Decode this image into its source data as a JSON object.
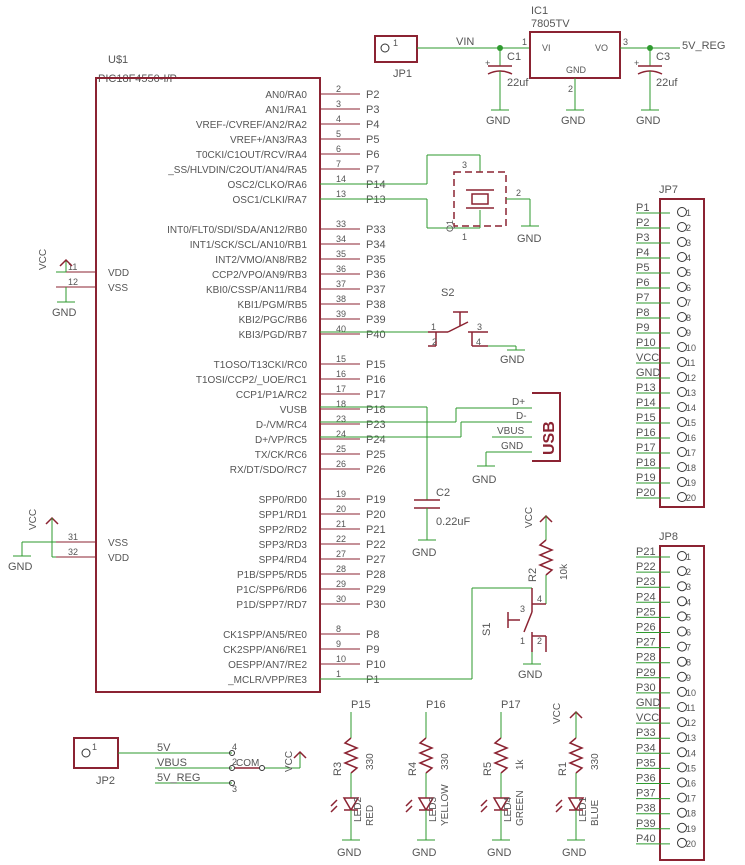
{
  "u1": {
    "name": "U$1",
    "part": "PIC18F4550-I/P",
    "left_pins": [
      {
        "num": "11",
        "label": "VDD"
      },
      {
        "num": "12",
        "label": "VSS"
      },
      {
        "num": "31",
        "label": "VSS"
      },
      {
        "num": "32",
        "label": "VDD"
      }
    ],
    "right_pins": [
      {
        "label": "AN0/RA0",
        "num": "2",
        "net": "P2"
      },
      {
        "label": "AN1/RA1",
        "num": "3",
        "net": "P3"
      },
      {
        "label": "VREF-/CVREF/AN2/RA2",
        "num": "4",
        "net": "P4"
      },
      {
        "label": "VREF+/AN3/RA3",
        "num": "5",
        "net": "P5"
      },
      {
        "label": "T0CKI/C1OUT/RCV/RA4",
        "num": "6",
        "net": "P6"
      },
      {
        "label": "_SS/HLVDIN/C2OUT/AN4/RA5",
        "num": "7",
        "net": "P7"
      },
      {
        "label": "OSC2/CLKO/RA6",
        "num": "14",
        "net": "P14"
      },
      {
        "label": "OSC1/CLKI/RA7",
        "num": "13",
        "net": "P13"
      },
      {
        "label": "INT0/FLT0/SDI/SDA/AN12/RB0",
        "num": "33",
        "net": "P33"
      },
      {
        "label": "INT1/SCK/SCL/AN10/RB1",
        "num": "34",
        "net": "P34"
      },
      {
        "label": "INT2/VMO/AN8/RB2",
        "num": "35",
        "net": "P35"
      },
      {
        "label": "CCP2/VPO/AN9/RB3",
        "num": "36",
        "net": "P36"
      },
      {
        "label": "KBI0/CSSP/AN11/RB4",
        "num": "37",
        "net": "P37"
      },
      {
        "label": "KBI1/PGM/RB5",
        "num": "38",
        "net": "P38"
      },
      {
        "label": "KBI2/PGC/RB6",
        "num": "39",
        "net": "P39"
      },
      {
        "label": "KBI3/PGD/RB7",
        "num": "40",
        "net": "P40"
      },
      {
        "label": "T1OSO/T13CKI/RC0",
        "num": "15",
        "net": "P15"
      },
      {
        "label": "T1OSI/CCP2/_UOE/RC1",
        "num": "16",
        "net": "P16"
      },
      {
        "label": "CCP1/P1A/RC2",
        "num": "17",
        "net": "P17"
      },
      {
        "label": "VUSB",
        "num": "18",
        "net": "P18"
      },
      {
        "label": "D-/VM/RC4",
        "num": "23",
        "net": "P23"
      },
      {
        "label": "D+/VP/RC5",
        "num": "24",
        "net": "P24"
      },
      {
        "label": "TX/CK/RC6",
        "num": "25",
        "net": "P25"
      },
      {
        "label": "RX/DT/SDO/RC7",
        "num": "26",
        "net": "P26"
      },
      {
        "label": "SPP0/RD0",
        "num": "19",
        "net": "P19"
      },
      {
        "label": "SPP1/RD1",
        "num": "20",
        "net": "P20"
      },
      {
        "label": "SPP2/RD2",
        "num": "21",
        "net": "P21"
      },
      {
        "label": "SPP3/RD3",
        "num": "22",
        "net": "P22"
      },
      {
        "label": "SPP4/RD4",
        "num": "27",
        "net": "P27"
      },
      {
        "label": "P1B/SPP5/RD5",
        "num": "28",
        "net": "P28"
      },
      {
        "label": "P1C/SPP6/RD6",
        "num": "29",
        "net": "P29"
      },
      {
        "label": "P1D/SPP7/RD7",
        "num": "30",
        "net": "P30"
      },
      {
        "label": "CK1SPP/AN5/RE0",
        "num": "8",
        "net": "P8"
      },
      {
        "label": "CK2SPP/AN6/RE1",
        "num": "9",
        "net": "P9"
      },
      {
        "label": "OESPP/AN7/RE2",
        "num": "10",
        "net": "P10"
      },
      {
        "label": "_MCLR/VPP/RE3",
        "num": "1",
        "net": "P1"
      }
    ]
  },
  "power": {
    "jp1": "JP1",
    "jp1_pin": "1",
    "vin": "VIN",
    "ic1": "IC1",
    "ic1_part": "7805TV",
    "vi": "VI",
    "vo": "VO",
    "ic_gnd": "GND",
    "pin1": "1",
    "pin2": "2",
    "pin3": "3",
    "c1": "C1",
    "c1_val": "22uf",
    "c3": "C3",
    "c3_val": "22uf",
    "out_net": "5V_REG"
  },
  "common": {
    "gnd": "GND",
    "vcc": "VCC"
  },
  "crystal": {
    "name": "Q1",
    "pin1": "1",
    "pin2": "2",
    "pin3": "3"
  },
  "s2": {
    "name": "S2",
    "p1": "1",
    "p2": "2",
    "p3": "3",
    "p4": "4"
  },
  "usb": {
    "title": "USB",
    "pins": [
      "D+",
      "D-",
      "VBUS",
      "GND"
    ]
  },
  "c2": {
    "name": "C2",
    "value": "0.22uF"
  },
  "r2": {
    "name": "R2",
    "value": "10k"
  },
  "s1": {
    "name": "S1",
    "p1": "1",
    "p2": "2",
    "p3": "3",
    "p4": "4"
  },
  "jp2": {
    "name": "JP2",
    "pin": "1",
    "nets": [
      "5V",
      "VBUS",
      "5V_REG"
    ],
    "com": "COM",
    "jumper_pins": [
      "4",
      "2",
      "3"
    ]
  },
  "leds": [
    {
      "net": "P15",
      "res": "R3",
      "rval": "330",
      "led": "LED2",
      "color": "RED"
    },
    {
      "net": "P16",
      "res": "R4",
      "rval": "330",
      "led": "LED3",
      "color": "YELLOW"
    },
    {
      "net": "P17",
      "res": "R5",
      "rval": "1k",
      "led": "LED4",
      "color": "GREEN"
    },
    {
      "net": "VCC",
      "res": "R1",
      "rval": "330",
      "led": "LED1",
      "color": "BLUE"
    }
  ],
  "jp7": {
    "name": "JP7",
    "pins": [
      "P1",
      "P2",
      "P3",
      "P4",
      "P5",
      "P6",
      "P7",
      "P8",
      "P9",
      "P10",
      "VCC",
      "GND",
      "P13",
      "P14",
      "P15",
      "P16",
      "P17",
      "P18",
      "P19",
      "P20"
    ]
  },
  "jp8": {
    "name": "JP8",
    "pins": [
      "P21",
      "P22",
      "P23",
      "P24",
      "P25",
      "P26",
      "P27",
      "P28",
      "P29",
      "P30",
      "GND",
      "VCC",
      "P33",
      "P34",
      "P35",
      "P36",
      "P37",
      "P38",
      "P39",
      "P40"
    ]
  }
}
